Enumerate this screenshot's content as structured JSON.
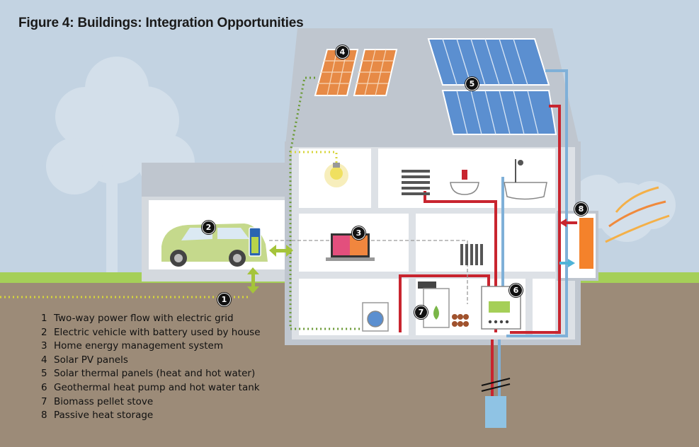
{
  "figure": {
    "title": "Figure 4: Buildings: Integration Opportunities"
  },
  "legend": [
    {
      "number": "1",
      "text": "Two-way power flow with electric grid"
    },
    {
      "number": "2",
      "text": "Electric vehicle with battery used by house"
    },
    {
      "number": "3",
      "text": "Home energy management system"
    },
    {
      "number": "4",
      "text": "Solar PV panels"
    },
    {
      "number": "5",
      "text": "Solar thermal panels (heat and hot water)"
    },
    {
      "number": "6",
      "text": "Geothermal heat pump and hot water tank"
    },
    {
      "number": "7",
      "text": "Biomass pellet stove"
    },
    {
      "number": "8",
      "text": "Passive heat storage"
    }
  ],
  "badges": [
    "1",
    "2",
    "3",
    "4",
    "5",
    "6",
    "7",
    "8"
  ],
  "colors": {
    "sky": "#c3d3e2",
    "ground": "#9c8b78",
    "grass": "#a5cf58",
    "house": "#d9dde2",
    "solar_pv": "#e78a46",
    "solar_thermal": "#5b8fd0",
    "hot_water": "#c8252f",
    "cold_water": "#7fb0d8",
    "grid_line": "#d7d63c",
    "pv_line": "#6b9a36"
  }
}
